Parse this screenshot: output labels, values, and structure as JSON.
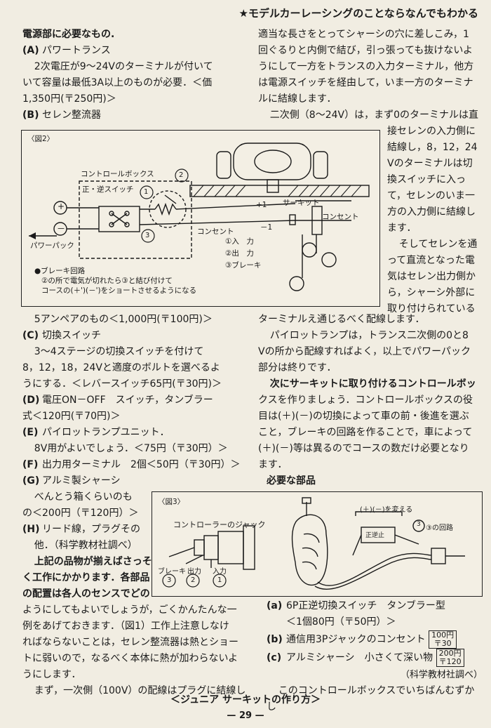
{
  "header": "★モデルカーレーシングのことならなんでもわかる",
  "left_top": {
    "title": "電源部に必要なもの.",
    "a_label": "(A)",
    "a_title": "パワートランス",
    "a_l1": "2次電圧が9～24Vのターミナルが付いて",
    "a_l2": "いて容量は最低3A以上のものが必要．＜価",
    "a_l3": "1,350円(〒250円)＞",
    "b_label": "(B)",
    "b_title": "セレン整流器"
  },
  "right_top": {
    "l1": "適当な長さをとってシャーシの穴に差しこみ，1",
    "l2": "回ぐるりと内側で結び，引っ張っても抜けないよ",
    "l3": "うにして一方をトランスの入力ターミナル，他方",
    "l4": "は電源スイッチを経由して，いま一方のターミナ",
    "l5": "ルに結線します．",
    "l6": "二次側（8～24V）は，まず0のターミナルは直",
    "n1": "接セレンの入力側に",
    "n2": "結線し，8，12，24",
    "n3": "Vのターミナルは切",
    "n4": "換スイッチに入っ",
    "n5": "て，セレンのいま一",
    "n6": "方の入力側に結線し",
    "n7": "ます．",
    "n8": "そしてセレンを通",
    "n9": "って直流となった電",
    "n10": "気はセレン出力側か",
    "n11": "ら，シャーシ外部に",
    "n12": "取り付けられている"
  },
  "fig2": {
    "title": "〈図2〉",
    "control_box": "コントロールボックス",
    "switch": "正・逆スイッチ",
    "plus": "+",
    "minus": "－",
    "power_pack": "パワーパック",
    "outlet": "コンセント",
    "outlet2": "コンセント",
    "circuit": "サーキット",
    "leg1": "①入　力",
    "leg2": "②出　力",
    "leg3": "③ブレーキ",
    "n1": "1",
    "n2": "2",
    "n3": "3",
    "tp": "+1",
    "tm": "－1",
    "brake_t": "●ブレーキ回路",
    "brake_1": "②の所で電気が切れたら③と結び付けて",
    "brake_2": "コースの(＋')(－')をショートさせるようになる"
  },
  "mid_left": {
    "l0": "5アンペアのもの＜1,000円(〒100円)＞",
    "c_label": "(C)",
    "c_title": "切換スイッチ",
    "c1": "3～4ステージの切換スイッチを付けて",
    "c2": "8，12，18，24Vと適度のボルトを選べるよ",
    "c3": "うにする．＜レバースイッチ65円(〒30円)＞",
    "d_label": "(D)",
    "d1": "電圧ON－OFF　スイッチ，タンブラー",
    "d2": "式＜120円(〒70円)＞",
    "e_label": "(E)",
    "e_title": "パイロットランプユニット．",
    "e1": "8V用がよいでしょう．＜75円（〒30円）＞",
    "f_label": "(F)",
    "f1": "出力用ターミナル　2個＜50円（〒30円）＞",
    "g_label": "(G)",
    "g_title": "アルミ製シャーシ",
    "g1": "べんとう箱くらいのも",
    "g2": "の＜200円（〒120円）＞",
    "h_label": "(H)",
    "h1": "リード線，プラグその",
    "h2": "他．（科学教材社調べ）",
    "p1": "上記の品物が揃えばさっそ",
    "p2": "く工作にかかります．各部品",
    "p3": "の配置は各人のセンスでどの",
    "p4": "ようにしてもよいでしょうが，ごくかんたんな一",
    "p5": "例をあげておきます．（図1）工作上注意しなけ",
    "p6": "ればならないことは，セレン整流器は熱とショー",
    "p7": "トに弱いので，なるべく本体に熱が加わらないよ",
    "p8": "うにします．",
    "p9": "まず，一次側（100V）の配線はプラグに結線し"
  },
  "mid_right": {
    "l1": "ターミナルえ通じるべく配線します．",
    "l2": "パイロットランプは，トランス二次側の0と8",
    "l3": "Vの所から配線すればよく，以上でパワーパック",
    "l4": "部分は終りです．",
    "l5": "次にサーキットに取り付けるコントロールボッ",
    "l6": "クスを作りましょう．コントロールボックスの役",
    "l7": "目は(＋)(－)の切換によって車の前・後進を選ぶ",
    "l8": "こと，ブレーキの回路を作ることで，車によって",
    "l9": "(＋)(－)等は異るのでコースの数だけ必要となり",
    "l10": "ます．",
    "parts": "必要な部品"
  },
  "fig3": {
    "title": "〈図3〉",
    "jack": "コントローラーのジャック",
    "swap": "(＋)(－)を変える",
    "c3": "③の回路",
    "brake": "ブレーキ",
    "out": "出力",
    "in": "入力",
    "n1": "1",
    "n2": "2",
    "n3": "3",
    "sw": "正逆止"
  },
  "bottom_right": {
    "a_label": "(a)",
    "a1": "6P正逆切換スイッチ　タンブラー型",
    "a2": "＜1個80円（〒50円）＞",
    "b_label": "(b)",
    "b1": "通信用3Pジャックのコンセント",
    "b_p1": "100円",
    "b_p2": "〒30",
    "c_label": "(c)",
    "c1": "アルミシャーシ　小さくて深い物",
    "c_p1": "200円",
    "c_p2": "〒120",
    "src": "（科学教材社調べ）",
    "last": "このコントロールボックスでいちばんむずかし"
  },
  "footer": {
    "title": "＜ジュニア サーキットの作り方＞",
    "page": "— 29 —"
  }
}
